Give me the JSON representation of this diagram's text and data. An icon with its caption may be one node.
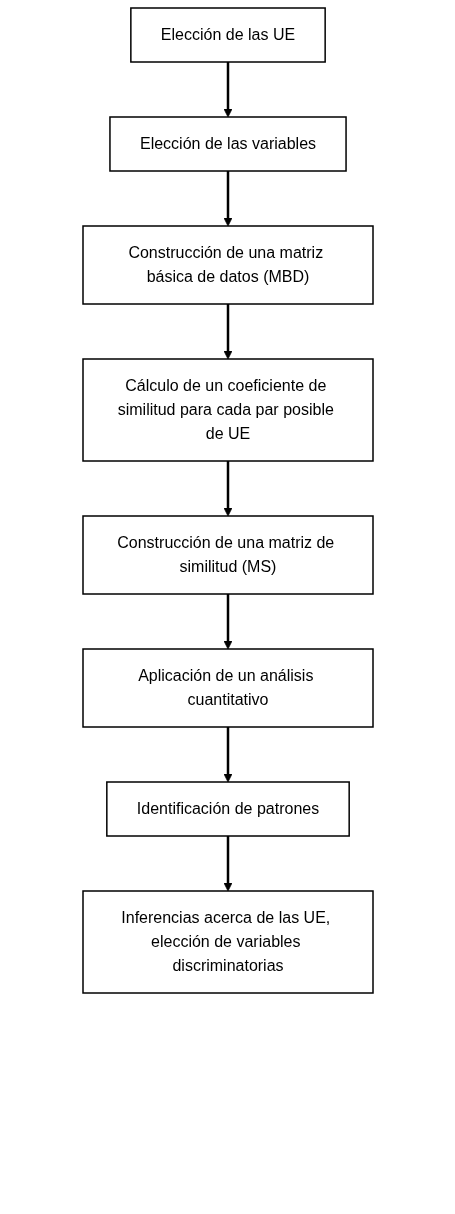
{
  "diagram": {
    "nodes": [
      {
        "text": [
          "Elección de las UE"
        ]
      },
      {
        "text": [
          "Elección de las variables"
        ]
      },
      {
        "text": [
          "Construcción de una matriz básica de datos (MBD)"
        ]
      },
      {
        "text": [
          "Cálculo de un coeficiente de similitud para cada par posible de UE"
        ]
      },
      {
        "text": [
          "Construcción de una matriz de similitud (MS)"
        ]
      },
      {
        "text": [
          "Aplicación de un análisis cuantitativo"
        ]
      },
      {
        "text": [
          "Identificación de patrones"
        ]
      },
      {
        "text": [
          "Inferencias acerca de las UE, elección de variables discriminatorias"
        ]
      }
    ],
    "edges": [
      {
        "from": 0,
        "to": 1,
        "arrow": "to"
      },
      {
        "from": 1,
        "to": 2,
        "arrow": "to"
      },
      {
        "from": 2,
        "to": 3,
        "arrow": "to"
      },
      {
        "from": 3,
        "to": 4,
        "arrow": "to"
      },
      {
        "from": 4,
        "to": 5,
        "arrow": "to"
      },
      {
        "from": 5,
        "to": 6,
        "arrow": "to"
      },
      {
        "from": 6,
        "to": 7,
        "arrow": "to"
      }
    ]
  }
}
